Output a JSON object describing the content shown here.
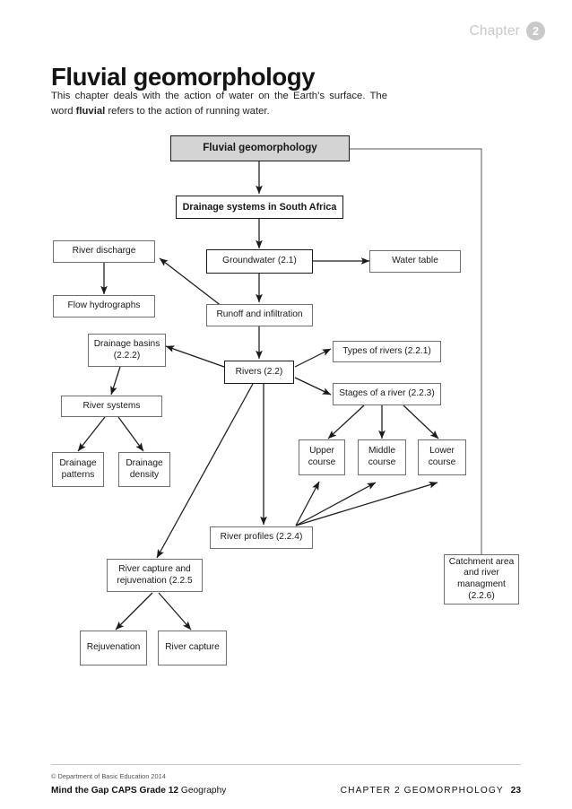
{
  "header": {
    "chapter_word": "Chapter",
    "chapter_number": "2",
    "title": "Fluvial geomorphology",
    "intro_lead": "This chapter deals with the action of water on the Earth’s surface. The word ",
    "intro_emphasis": "fluvial",
    "intro_tail": " refers to the action of running water."
  },
  "diagram": {
    "nodes": {
      "fluvial_geomorphology": "Fluvial geomorphology",
      "drainage_systems": "Drainage systems in South Africa",
      "groundwater": "Groundwater (2.1)",
      "water_table": "Water table",
      "river_discharge": "River discharge",
      "flow_hydrographs": "Flow hydrographs",
      "runoff_infiltration": "Runoff and infiltration",
      "drainage_basins": "Drainage basins (2.2.2)",
      "rivers": "Rivers (2.2)",
      "types_of_rivers": "Types of rivers (2.2.1)",
      "stages_of_a_river": "Stages of a river (2.2.3)",
      "river_systems": "River systems",
      "drainage_patterns": "Drainage patterns",
      "drainage_density": "Drainage density",
      "upper_course": "Upper course",
      "middle_course": "Middle course",
      "lower_course": "Lower course",
      "river_profiles": "River profiles (2.2.4)",
      "river_capture_rejuvenation": "River capture and rejuvenation (2.2.5",
      "catchment_area": "Catchment area and river managment (2.2.6)",
      "rejuvenation": "Rejuvenation",
      "river_capture": "River capture"
    },
    "colors": {
      "shaded_fill": "#d4d4d4",
      "box_border": "#6e6e6e",
      "emphasis_border": "#1a1a1a",
      "connector": "#1a1a1a"
    }
  },
  "footer": {
    "copyright": "© Department of Basic Education 2014",
    "brand": "Mind the Gap CAPS Grade 12",
    "subject": " Geography",
    "chapter_label": "CHAPTER 2 GEOMORPHOLOGY",
    "page_number": "23"
  }
}
